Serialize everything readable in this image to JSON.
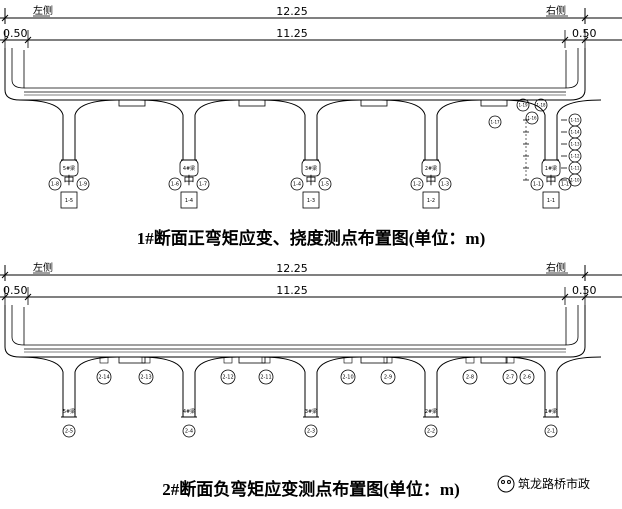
{
  "diagram1": {
    "label_left": "左侧",
    "label_right": "右侧",
    "overall_width": "12.25",
    "deck_width": "11.25",
    "edge_left": "0.50",
    "edge_right": "0.50",
    "caption": "1#断面正弯矩应变、挠度测点布置图(单位：m)",
    "girder_labels": [
      "5#梁",
      "4#梁",
      "3#梁",
      "2#梁",
      "1#梁"
    ],
    "deflection_labels": [
      "1-5",
      "1-4",
      "1-3",
      "1-2",
      "1-1"
    ],
    "strain_left_labels": [
      "1-8",
      "1-6",
      "1-4",
      "1-2",
      "1-1"
    ],
    "strain_right_labels": [
      "1-9",
      "1-7",
      "1-5",
      "1-3",
      "1-1"
    ],
    "girder1_side_labels": [
      "1-15",
      "1-14",
      "1-13",
      "1-12",
      "1-11",
      "1-10"
    ],
    "girder1_top_labels": [
      "1-19",
      "1-18",
      "1-17",
      "1-16"
    ]
  },
  "diagram2": {
    "label_left": "左侧",
    "label_right": "右侧",
    "overall_width": "12.25",
    "deck_width": "11.25",
    "edge_left": "0.50",
    "edge_right": "0.50",
    "caption": "2#断面负弯矩应变测点布置图(单位：m)",
    "girder_labels": [
      "5#梁",
      "4#梁",
      "3#梁",
      "2#梁",
      "1#梁"
    ],
    "bottom_labels": [
      "2-5",
      "2-4",
      "2-3",
      "2-2",
      "2-1"
    ],
    "top_pairs": [
      [
        "2-14",
        "2-13"
      ],
      [
        "2-12",
        "2-11"
      ],
      [
        "2-10",
        "2-9"
      ],
      [
        "2-8",
        "2-7"
      ]
    ],
    "extra_top": "2-6"
  },
  "watermark": "筑龙路桥市政"
}
